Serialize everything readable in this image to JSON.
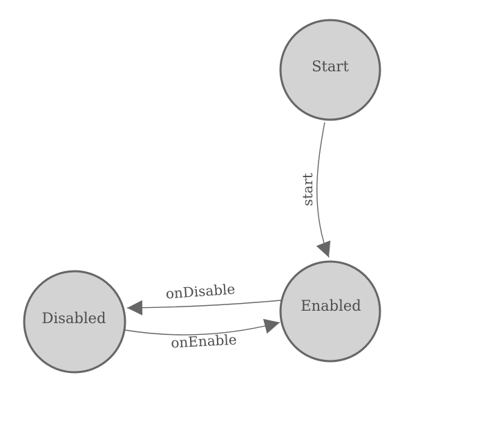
{
  "diagram": {
    "type": "state-machine",
    "colors": {
      "background": "#ffffff",
      "node_fill": "#d3d3d3",
      "node_stroke": "#666666",
      "edge": "#666666",
      "label_text": "#4d4d4d"
    },
    "nodes": [
      {
        "id": "start",
        "label": "Start"
      },
      {
        "id": "enabled",
        "label": "Enabled"
      },
      {
        "id": "disabled",
        "label": "Disabled"
      }
    ],
    "edges": [
      {
        "from": "start",
        "to": "enabled",
        "label": "start"
      },
      {
        "from": "enabled",
        "to": "disabled",
        "label": "onDisable"
      },
      {
        "from": "disabled",
        "to": "enabled",
        "label": "onEnable"
      }
    ]
  }
}
